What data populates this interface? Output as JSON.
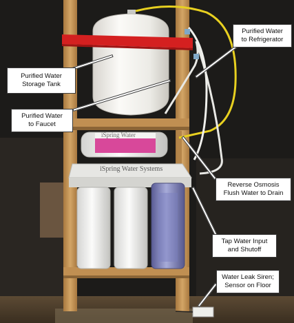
{
  "photo": {
    "subject": "Reverse osmosis water filtration system mounted on a wooden frame",
    "brand_tank_label": "iSpring Water",
    "brand_plate_label": "iSpring Water Systems"
  },
  "callouts": {
    "storage_tank": {
      "line1": "Purified Water",
      "line2": "Storage Tank"
    },
    "faucet": {
      "line1": "Purified Water",
      "line2": "to Faucet"
    },
    "refrigerator": {
      "line1": "Purified Water",
      "line2": "to Refrigerator"
    },
    "drain": {
      "line1": "Reverse Osmosis",
      "line2": "Flush Water to Drain"
    },
    "tap_input": {
      "line1": "Tap Water Input",
      "line2": "and Shutoff"
    },
    "leak_siren": {
      "line1": "Water Leak Siren;",
      "line2": "Sensor on Floor"
    }
  },
  "colors": {
    "wood": "#c99a5c",
    "tank": "#f2f0ec",
    "strap": "#d42020",
    "tubing_yellow": "#e8d020",
    "canister_blue": "#8a8ec8"
  }
}
